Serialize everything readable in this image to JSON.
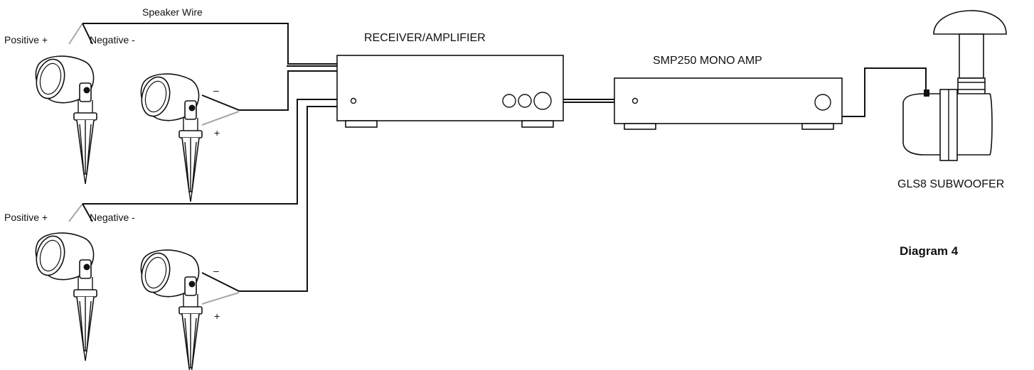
{
  "labels": {
    "speaker_wire": "Speaker Wire",
    "positive_1": "Positive +",
    "negative_1": "Negative -",
    "positive_2": "Positive +",
    "negative_2": "Negative -",
    "receiver": "RECEIVER/AMPLIFIER",
    "mono_amp": "SMP250 MONO AMP",
    "subwoofer": "GLS8 SUBWOOFER",
    "diagram": "Diagram 4",
    "minus_1": "–",
    "plus_1": "+",
    "minus_2": "–",
    "plus_2": "+"
  },
  "icons": {
    "speaker": "garden-spot-speaker-icon",
    "subwoofer": "mushroom-subwoofer-icon",
    "receiver": "receiver-amplifier-icon",
    "mono_amp": "mono-amp-icon"
  },
  "colors": {
    "wire_black": "#111111",
    "wire_gray": "#a8a8a8"
  }
}
